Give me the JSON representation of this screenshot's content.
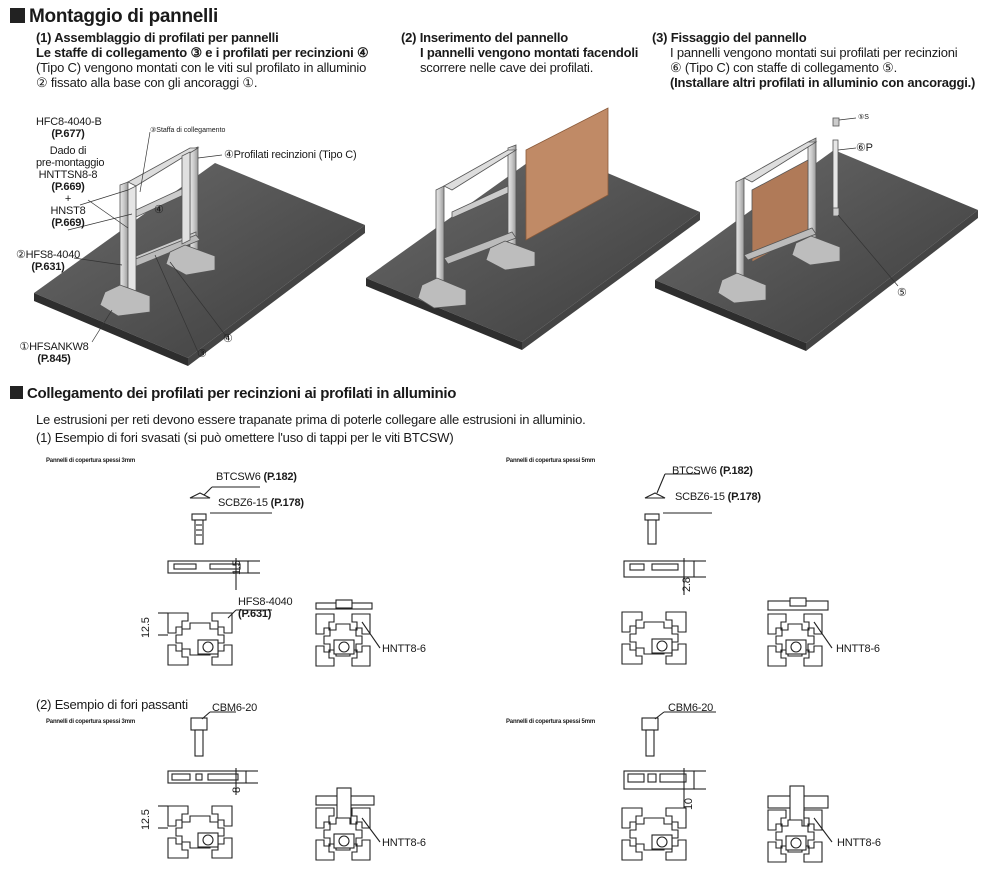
{
  "sections": {
    "assembly_title": "Montaggio di pannelli",
    "connection_title": "Collegamento dei profilati per recinzioni ai profilati in alluminio"
  },
  "steps": [
    {
      "title": "(1) Assemblaggio di profilati per pannelli",
      "lines": [
        "Le staffe di collegamento ③ e i profilati per recinzioni ④",
        "(Tipo C) vengono montati con le viti sul profilato in alluminio",
        "② fissato alla base con gli ancoraggi ①."
      ]
    },
    {
      "title": "(2) Inserimento del pannello",
      "lines": [
        "I pannelli vengono montati facendoli",
        "scorrere nelle cave dei profilati."
      ]
    },
    {
      "title": "(3) Fissaggio del pannello",
      "lines": [
        "I pannelli vengono montati sui profilati per recinzioni",
        "⑥ (Tipo C) con staffe di collegamento ⑤.",
        "(Installare altri profilati in alluminio con ancoraggi.)"
      ]
    }
  ],
  "fig1": {
    "hfc": "HFC8-4040-B",
    "hfc_ref": "(P.677)",
    "dado1": "Dado di",
    "dado2": "pre-montaggio",
    "hnttsn": "HNTTSN8-8",
    "hnttsn_ref": "(P.669)",
    "plus": "+",
    "hnst": "HNST8",
    "hnst_ref": "(P.669)",
    "hfs": "②HFS8-4040",
    "hfs_ref": "(P.631)",
    "anc": "①HFSANKW8",
    "anc_ref": "(P.845)",
    "staffa": "③Staffa di collegamento",
    "profilati": "④Profilati recinzioni (Tipo C)",
    "n4a": "④",
    "n4b": "④",
    "n3": "③"
  },
  "fig3": {
    "n5s": "⑤S",
    "n6p": "⑥P",
    "n5": "⑤"
  },
  "connection": {
    "intro": "Le estrusioni per reti devono essere trapanate prima di poterle collegare alle estrusioni in alluminio.",
    "ex1": "(1) Esempio di fori svasati (si può omettere l'uso di tappi per le viti BTCSW)",
    "ex2": "(2) Esempio di fori passanti"
  },
  "d1": {
    "panel": "Pannelli di copertura spessi 3mm",
    "btc": "BTCSW6",
    "btc_ref": "(P.182)",
    "scbz": "SCBZ6-15",
    "scbz_ref": "(P.178)",
    "dim": "1.5",
    "dim2": "12.5",
    "hfs": "HFS8-4040",
    "hfs_ref": "(P.631)",
    "hntt": "HNTT8-6"
  },
  "d2": {
    "panel": "Pannelli di copertura spessi 5mm",
    "btc": "BTCSW6",
    "btc_ref": "(P.182)",
    "scbz": "SCBZ6-15",
    "scbz_ref": "(P.178)",
    "dim": "2.8",
    "hntt": "HNTT8-6"
  },
  "d3": {
    "panel": "Pannelli di copertura spessi 3mm",
    "cbm": "CBM6-20",
    "dim": "8",
    "dim2": "12.5",
    "hntt": "HNTT8-6"
  },
  "d4": {
    "panel": "Pannelli di copertura spessi 5mm",
    "cbm": "CBM6-20",
    "dim": "10",
    "hntt": "HNTT8-6"
  }
}
